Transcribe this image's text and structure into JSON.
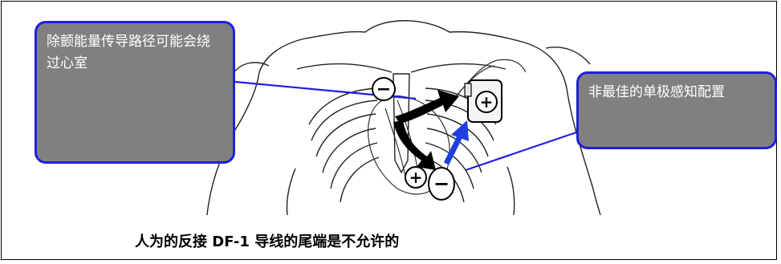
{
  "callouts": {
    "left": "除颤能量传导路径可能会绕过心室",
    "right": "非最佳的单极感知配置"
  },
  "symbols": {
    "plus": "+",
    "minus": "−"
  },
  "caption": "人为的反接 DF-1 导线的尾端是不允许的",
  "colors": {
    "callout_fill": "#808080",
    "callout_border": "#1f1fe0",
    "arrow_blue": "#1f3fe0",
    "arrow_black": "#000000"
  },
  "icons": [
    "torso-illustration",
    "heart-illustration",
    "pulse-generator-icon",
    "curved-arrow-icon",
    "blue-arrow-icon"
  ]
}
